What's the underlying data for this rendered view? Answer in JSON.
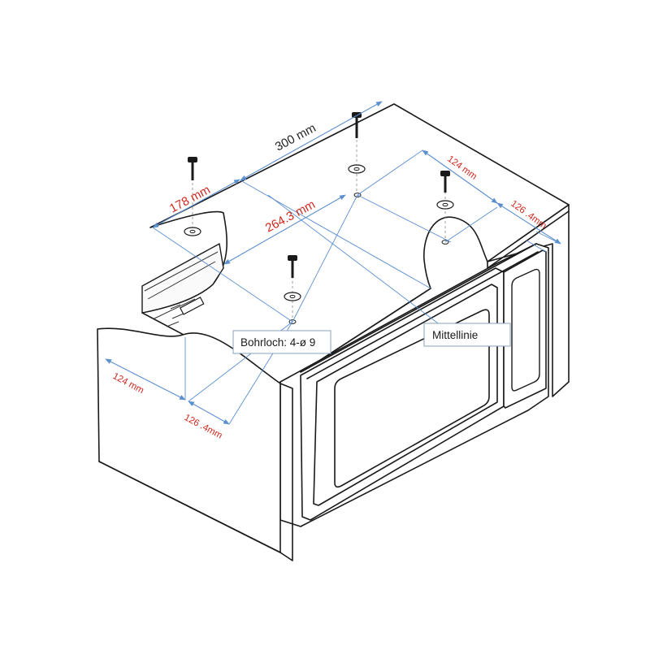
{
  "dimensions": {
    "width_top": "300 mm",
    "left_depth": "178 mm",
    "center_diag": "264.3 mm",
    "right_top_a": "124 mm",
    "right_top_b": "126 .4mm",
    "left_bottom_a": "124 mm",
    "left_bottom_b": "126 .4mm"
  },
  "callouts": {
    "drill_hole": "Bohrloch: 4-ø 9",
    "center_line": "Mittellinie"
  },
  "colors": {
    "dimension_line": "#5b8fd0",
    "dimension_text": "#d0281e",
    "outline": "#1a1a1a"
  }
}
